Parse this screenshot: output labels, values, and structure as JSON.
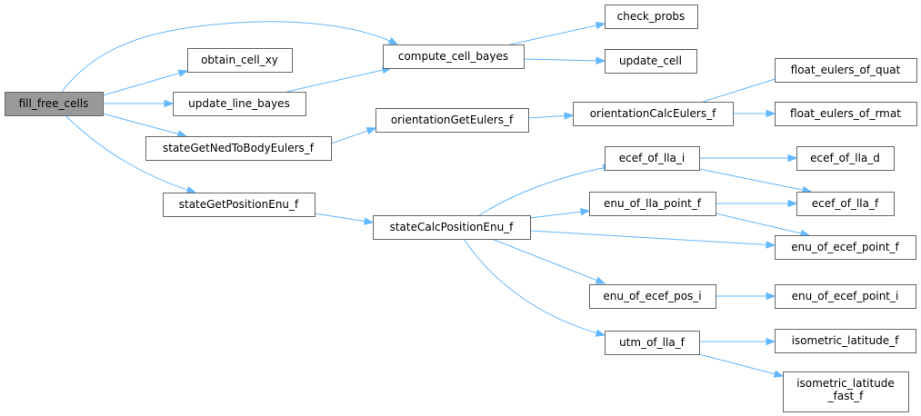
{
  "graph": {
    "colors": {
      "edge": "#63b8ff",
      "node_border": "#666666",
      "root_fill": "#999999",
      "node_fill": "#ffffff"
    },
    "nodes": {
      "fill_free_cells": {
        "label": "fill_free_cells",
        "root": true
      },
      "obtain_cell_xy": {
        "label": "obtain_cell_xy"
      },
      "update_line_bayes": {
        "label": "update_line_bayes"
      },
      "compute_cell_bayes": {
        "label": "compute_cell_bayes"
      },
      "check_probs": {
        "label": "check_probs"
      },
      "update_cell": {
        "label": "update_cell"
      },
      "stateGetNedToBodyEulers_f": {
        "label": "stateGetNedToBodyEulers_f"
      },
      "orientationGetEulers_f": {
        "label": "orientationGetEulers_f"
      },
      "orientationCalcEulers_f": {
        "label": "orientationCalcEulers_f"
      },
      "float_eulers_of_quat": {
        "label": "float_eulers_of_quat"
      },
      "float_eulers_of_rmat": {
        "label": "float_eulers_of_rmat"
      },
      "stateGetPositionEnu_f": {
        "label": "stateGetPositionEnu_f"
      },
      "stateCalcPositionEnu_f": {
        "label": "stateCalcPositionEnu_f"
      },
      "ecef_of_lla_i": {
        "label": "ecef_of_lla_i"
      },
      "ecef_of_lla_d": {
        "label": "ecef_of_lla_d"
      },
      "ecef_of_lla_f": {
        "label": "ecef_of_lla_f"
      },
      "enu_of_lla_point_f": {
        "label": "enu_of_lla_point_f"
      },
      "enu_of_ecef_point_f": {
        "label": "enu_of_ecef_point_f"
      },
      "enu_of_ecef_pos_i": {
        "label": "enu_of_ecef_pos_i"
      },
      "enu_of_ecef_point_i": {
        "label": "enu_of_ecef_point_i"
      },
      "utm_of_lla_f": {
        "label": "utm_of_lla_f"
      },
      "isometric_latitude_f": {
        "label": "isometric_latitude_f"
      },
      "isometric_latitude_fast_f": {
        "label_lines": [
          "isometric_latitude",
          "_fast_f"
        ]
      }
    },
    "edges": [
      [
        "fill_free_cells",
        "compute_cell_bayes"
      ],
      [
        "fill_free_cells",
        "obtain_cell_xy"
      ],
      [
        "fill_free_cells",
        "update_line_bayes"
      ],
      [
        "fill_free_cells",
        "stateGetNedToBodyEulers_f"
      ],
      [
        "fill_free_cells",
        "stateGetPositionEnu_f"
      ],
      [
        "update_line_bayes",
        "compute_cell_bayes"
      ],
      [
        "compute_cell_bayes",
        "check_probs"
      ],
      [
        "compute_cell_bayes",
        "update_cell"
      ],
      [
        "stateGetNedToBodyEulers_f",
        "orientationGetEulers_f"
      ],
      [
        "orientationGetEulers_f",
        "orientationCalcEulers_f"
      ],
      [
        "orientationCalcEulers_f",
        "float_eulers_of_quat"
      ],
      [
        "orientationCalcEulers_f",
        "float_eulers_of_rmat"
      ],
      [
        "stateGetPositionEnu_f",
        "stateCalcPositionEnu_f"
      ],
      [
        "stateCalcPositionEnu_f",
        "ecef_of_lla_i"
      ],
      [
        "stateCalcPositionEnu_f",
        "enu_of_lla_point_f"
      ],
      [
        "stateCalcPositionEnu_f",
        "enu_of_ecef_point_f"
      ],
      [
        "stateCalcPositionEnu_f",
        "enu_of_ecef_pos_i"
      ],
      [
        "stateCalcPositionEnu_f",
        "utm_of_lla_f"
      ],
      [
        "ecef_of_lla_i",
        "ecef_of_lla_d"
      ],
      [
        "ecef_of_lla_i",
        "ecef_of_lla_f"
      ],
      [
        "enu_of_lla_point_f",
        "ecef_of_lla_f"
      ],
      [
        "enu_of_lla_point_f",
        "enu_of_ecef_point_f"
      ],
      [
        "enu_of_ecef_pos_i",
        "enu_of_ecef_point_i"
      ],
      [
        "utm_of_lla_f",
        "isometric_latitude_f"
      ],
      [
        "utm_of_lla_f",
        "isometric_latitude_fast_f"
      ]
    ]
  }
}
